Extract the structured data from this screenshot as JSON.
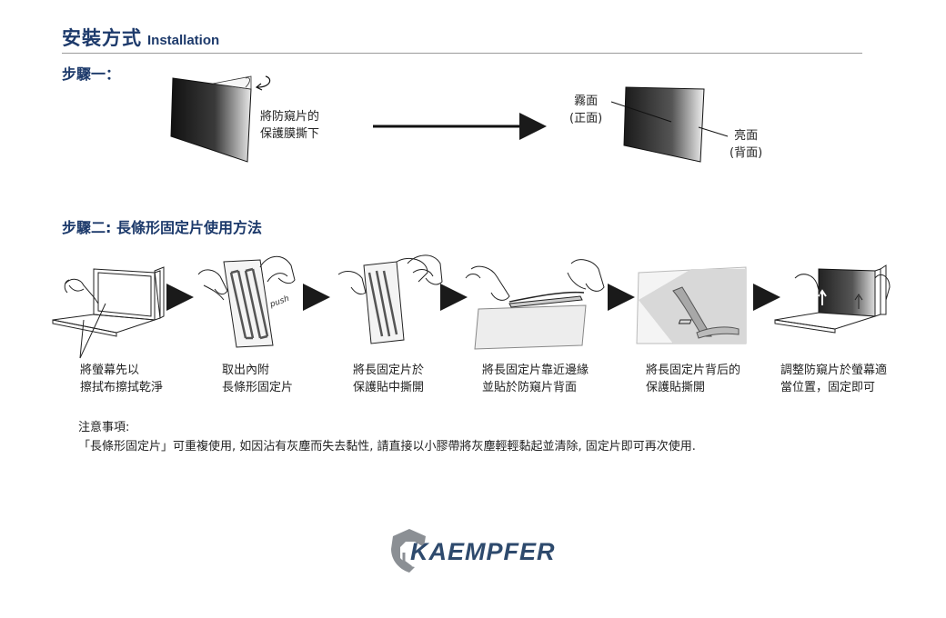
{
  "header": {
    "title_zh": "安裝方式",
    "title_en": "Installation"
  },
  "step1": {
    "heading": "步驟一：",
    "peel_label_line1": "將防窺片的",
    "peel_label_line2": "保護膜撕下",
    "matte_label_line1": "霧面",
    "matte_label_line2": "(正面)",
    "glossy_label_line1": "亮面",
    "glossy_label_line2": "(背面)"
  },
  "step2": {
    "heading": "步驟二: 長條形固定片使用方法",
    "strip_text": "push",
    "captions": [
      {
        "line1": "將螢幕先以",
        "line2": "擦拭布擦拭乾淨"
      },
      {
        "line1": "取出內附",
        "line2": "長條形固定片"
      },
      {
        "line1": "將長固定片於",
        "line2": "保護貼中撕開"
      },
      {
        "line1": "將長固定片靠近邊緣",
        "line2": "並貼於防窺片背面"
      },
      {
        "line1": "將長固定片背后的",
        "line2": "保護貼撕開"
      },
      {
        "line1": "調整防窺片於螢幕適",
        "line2": "當位置，固定即可"
      }
    ]
  },
  "notes": {
    "title": "注意事項:",
    "body": "「長條形固定片」可重複使用, 如因沾有灰塵而失去黏性, 請直接以小膠帶將灰塵輕輕黏起並清除, 固定片即可再次使用."
  },
  "logo": {
    "text": "KAEMPFER"
  },
  "colors": {
    "heading": "#1d3a6b",
    "logo": "#2e4a6d",
    "rule": "#9a9a9a"
  }
}
